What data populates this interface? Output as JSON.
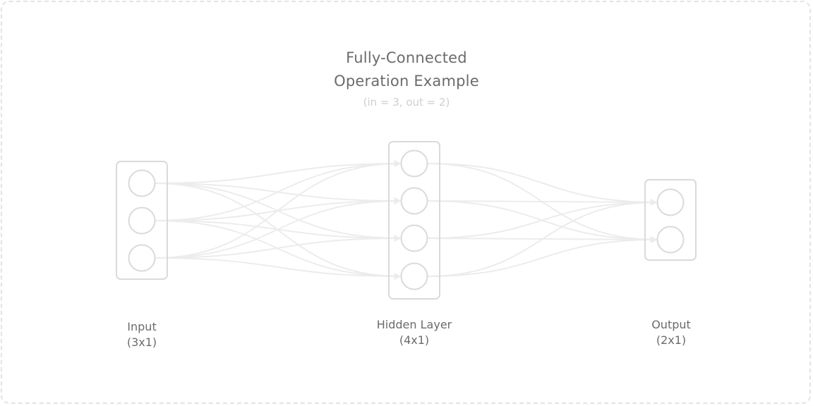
{
  "title": {
    "line1": "Fully-Connected",
    "line2": "Operation Example",
    "subtitle": "(in = 3, out = 2)"
  },
  "layers": [
    {
      "id": "input",
      "name": "Input",
      "shape": "(3x1)",
      "neurons": 3
    },
    {
      "id": "hidden",
      "name": "Hidden Layer",
      "shape": "(4x1)",
      "neurons": 4
    },
    {
      "id": "output",
      "name": "Output",
      "shape": "(2x1)",
      "neurons": 2
    }
  ],
  "colors": {
    "frame": "#e3e3e3",
    "node_stroke": "#dadada",
    "connection": "#ececec",
    "title": "#6b6b6b",
    "subtitle": "#cfcfcf",
    "label": "#6b6b6b"
  }
}
